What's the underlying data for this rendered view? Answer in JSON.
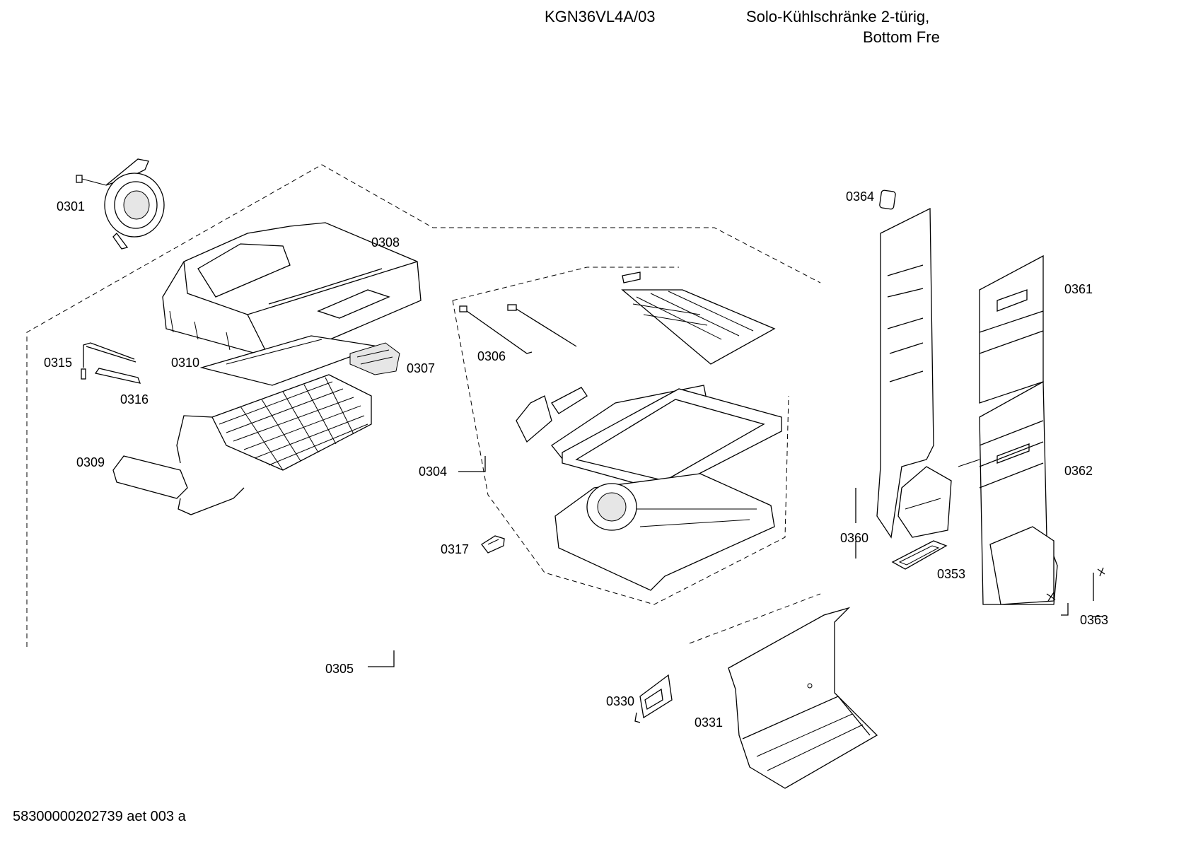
{
  "header": {
    "model": "KGN36VL4A/03",
    "description_line1": "Solo-Kühlschränke 2-türig,",
    "description_line2": "Bottom Fre"
  },
  "footer": {
    "document_code": "58300000202739 aet 003 a"
  },
  "parts": {
    "p0301": "0301",
    "p0304": "0304",
    "p0305": "0305",
    "p0306": "0306",
    "p0307": "0307",
    "p0308": "0308",
    "p0309": "0309",
    "p0310": "0310",
    "p0315": "0315",
    "p0316": "0316",
    "p0317": "0317",
    "p0330": "0330",
    "p0331": "0331",
    "p0353": "0353",
    "p0360": "0360",
    "p0361": "0361",
    "p0362": "0362",
    "p0363": "0363",
    "p0364": "0364"
  }
}
